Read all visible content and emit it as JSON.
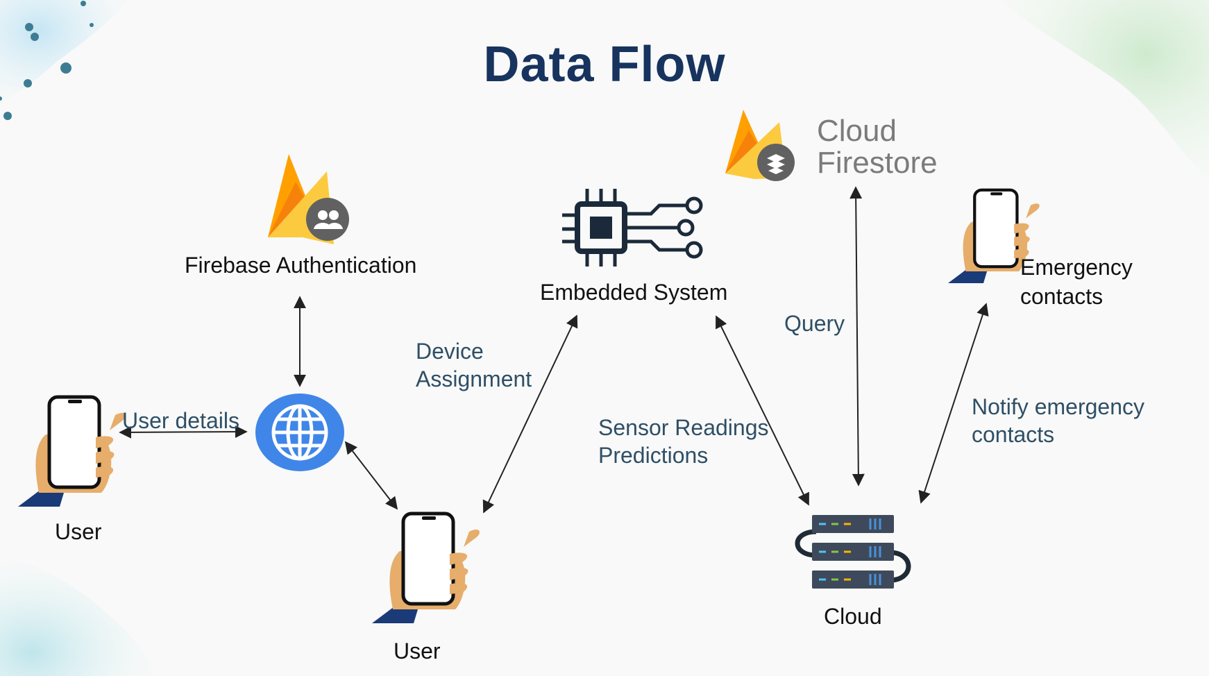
{
  "title": "Data Flow",
  "nodes": {
    "firebase_auth": {
      "label": "Firebase Authentication",
      "icon": "firebase-auth-icon"
    },
    "embedded_system": {
      "label": "Embedded System",
      "icon": "microchip-icon"
    },
    "cloud_firestore": {
      "label_line1": "Cloud",
      "label_line2": "Firestore",
      "icon": "firebase-firestore-icon"
    },
    "emergency_contacts": {
      "label_line1": "Emergency",
      "label_line2": "contacts",
      "icon": "phone-in-hand-icon"
    },
    "web_app": {
      "icon": "globe-icon"
    },
    "user_left": {
      "label": "User",
      "icon": "phone-in-hand-icon"
    },
    "user_bottom": {
      "label": "User",
      "icon": "phone-in-hand-icon"
    },
    "cloud": {
      "label": "Cloud",
      "icon": "server-rack-icon"
    }
  },
  "edges": {
    "user_details": "User details",
    "device_assignment_line1": "Device",
    "device_assignment_line2": "Assignment",
    "sensor_line1": "Sensor Readings",
    "sensor_line2": "Predictions",
    "query": "Query",
    "notify_line1": "Notify emergency",
    "notify_line2": "contacts"
  },
  "colors": {
    "title": "#17335e",
    "edge_label": "#2f4f66",
    "globe": "#3f86e8",
    "firebase_yellow": "#fcca3f",
    "firebase_orange": "#f6820c",
    "firebase_amber": "#ffa000",
    "chip": "#1b2a3a",
    "server": "#3e4a5b",
    "arrow": "#222222"
  }
}
